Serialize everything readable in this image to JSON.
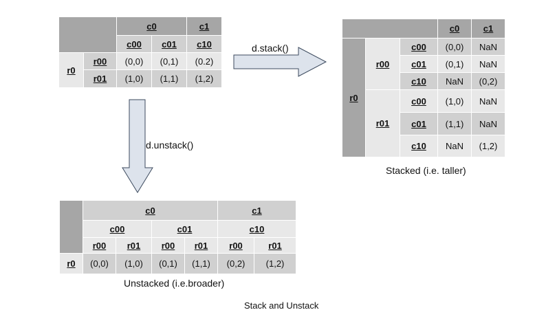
{
  "original_table": {
    "col_level0": [
      "c0",
      "c1"
    ],
    "col_level1": [
      "c00",
      "c01",
      "c10"
    ],
    "row_level0": "r0",
    "row_level1": [
      "r00",
      "r01"
    ],
    "cells": [
      [
        "(0,0)",
        "(0,1)",
        "(0.2)"
      ],
      [
        "(1,0)",
        "(1,1)",
        "(1,2)"
      ]
    ]
  },
  "stacked_table": {
    "cols": [
      "c0",
      "c1"
    ],
    "row_level0": "r0",
    "row_level1": [
      "r00",
      "r01"
    ],
    "row_level2": [
      "c00",
      "c01",
      "c10",
      "c00",
      "c01",
      "c10"
    ],
    "cells": [
      [
        "(0,0)",
        "NaN"
      ],
      [
        "(0,1)",
        "NaN"
      ],
      [
        "NaN",
        "(0,2)"
      ],
      [
        "(1,0)",
        "NaN"
      ],
      [
        "(1,1)",
        "NaN"
      ],
      [
        "NaN",
        "(1,2)"
      ]
    ]
  },
  "unstacked_table": {
    "col_level0": [
      "c0",
      "c1"
    ],
    "col_level1": [
      "c00",
      "c01",
      "c10"
    ],
    "col_level2": [
      "r00",
      "r01",
      "r00",
      "r01",
      "r00",
      "r01"
    ],
    "row_label": "r0",
    "cells": [
      "(0,0)",
      "(1,0)",
      "(0,1)",
      "(1,1)",
      "(0,2)",
      "(1,2)"
    ]
  },
  "arrows": {
    "stack_label": "d.stack()",
    "unstack_label": "d.unstack()"
  },
  "captions": {
    "stacked": "Stacked (i.e. taller)",
    "unstacked": "Unstacked (i.e.broader)",
    "figure": "Stack and Unstack"
  },
  "colors": {
    "header_dark": "#a6a6a6",
    "header_medium": "#d0d0d0",
    "cell_light": "#e8e8e8",
    "label_text": "#7b1515",
    "arrow_fill": "#dde3ec",
    "arrow_stroke": "#3c4a5e"
  }
}
